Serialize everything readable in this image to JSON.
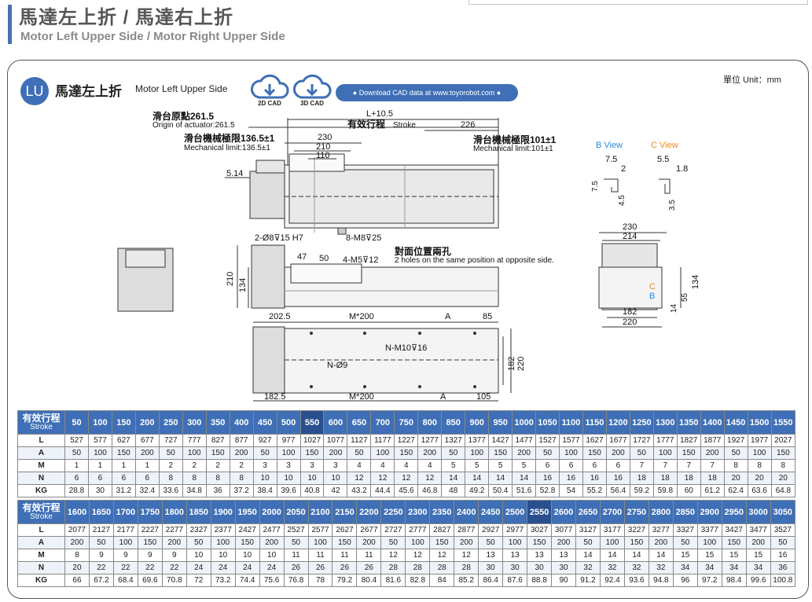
{
  "header": {
    "title_zh": "馬達左上折 / 馬達右上折",
    "title_en": "Motor Left Upper Side / Motor Right Upper Side"
  },
  "section": {
    "badge": "LU",
    "title_zh": "馬達左上折",
    "title_en": "Motor Left Upper Side",
    "unit": "單位 Unit：mm",
    "cad_2d": "2D CAD",
    "cad_3d": "3D CAD",
    "download": "Download CAD data at www.toyorobot.com"
  },
  "drawing": {
    "origin_zh": "滑台原點261.5",
    "origin_en": "Origin of actuator:261.5",
    "mech_left_zh": "滑台機械極限136.5±1",
    "mech_left_en": "Mechanical limit:136.5±1",
    "mech_right_zh": "滑台機械極限101±1",
    "mech_right_en": "Mechanical limit:101±1",
    "stroke_zh": "有效行程",
    "stroke_en": "Stroke",
    "dim_L": "L+10.5",
    "dim_226": "226",
    "dim_230": "230",
    "dim_210": "210",
    "dim_110": "110",
    "dim_514": "5.14",
    "holes_pin": "2-Ø8⊽15 H7",
    "holes_m8": "8-M8⊽25",
    "opposite_zh": "對面位置兩孔",
    "opposite_en": "2 holes on the same position at opposite side.",
    "dim_47": "47",
    "dim_50": "50",
    "holes_m5": "4-M5⊽12",
    "side_210": "210",
    "side_134": "134",
    "b_view": "B View",
    "c_view": "C View",
    "b_75a": "7.5",
    "b_2": "2",
    "b_75b": "7.5",
    "b_45": "4.5",
    "c_55": "5.5",
    "c_18": "1.8",
    "c_35": "3.5",
    "end_230": "230",
    "end_214": "214",
    "end_134": "134",
    "end_55": "55",
    "end_14": "14",
    "end_182": "182",
    "end_220": "220",
    "end_c": "C",
    "end_b": "B",
    "bot_2025": "202.5",
    "bot_m200a": "M*200",
    "bot_a1": "A",
    "bot_85": "85",
    "bot_nm10": "N-M10⊽16",
    "bot_n9": "N-Ø9",
    "bot_1825": "182.5",
    "bot_m200b": "M*200",
    "bot_a2": "A",
    "bot_105": "105",
    "bot_182": "182",
    "bot_220": "220"
  },
  "table1": {
    "head_zh": "有效行程",
    "head_en": "Stroke",
    "strokes": [
      "50",
      "100",
      "150",
      "200",
      "250",
      "300",
      "350",
      "400",
      "450",
      "500",
      "550",
      "600",
      "650",
      "700",
      "750",
      "800",
      "850",
      "900",
      "950",
      "1000",
      "1050",
      "1100",
      "1150",
      "1200",
      "1250",
      "1300",
      "1350",
      "1400",
      "1450",
      "1500",
      "1550"
    ],
    "rows": [
      {
        "label": "L",
        "values": [
          "527",
          "577",
          "627",
          "677",
          "727",
          "777",
          "827",
          "877",
          "927",
          "977",
          "1027",
          "1077",
          "1127",
          "1177",
          "1227",
          "1277",
          "1327",
          "1377",
          "1427",
          "1477",
          "1527",
          "1577",
          "1627",
          "1677",
          "1727",
          "1777",
          "1827",
          "1877",
          "1927",
          "1977",
          "2027"
        ]
      },
      {
        "label": "A",
        "values": [
          "50",
          "100",
          "150",
          "200",
          "50",
          "100",
          "150",
          "200",
          "50",
          "100",
          "150",
          "200",
          "50",
          "100",
          "150",
          "200",
          "50",
          "100",
          "150",
          "200",
          "50",
          "100",
          "150",
          "200",
          "50",
          "100",
          "150",
          "200",
          "50",
          "100",
          "150"
        ]
      },
      {
        "label": "M",
        "values": [
          "1",
          "1",
          "1",
          "1",
          "2",
          "2",
          "2",
          "2",
          "3",
          "3",
          "3",
          "3",
          "4",
          "4",
          "4",
          "4",
          "5",
          "5",
          "5",
          "5",
          "6",
          "6",
          "6",
          "6",
          "7",
          "7",
          "7",
          "7",
          "8",
          "8",
          "8"
        ]
      },
      {
        "label": "N",
        "values": [
          "6",
          "6",
          "6",
          "6",
          "8",
          "8",
          "8",
          "8",
          "10",
          "10",
          "10",
          "10",
          "12",
          "12",
          "12",
          "12",
          "14",
          "14",
          "14",
          "14",
          "16",
          "16",
          "16",
          "16",
          "18",
          "18",
          "18",
          "18",
          "20",
          "20",
          "20"
        ]
      },
      {
        "label": "KG",
        "values": [
          "28.8",
          "30",
          "31.2",
          "32.4",
          "33.6",
          "34.8",
          "36",
          "37.2",
          "38.4",
          "39.6",
          "40.8",
          "42",
          "43.2",
          "44.4",
          "45.6",
          "46.8",
          "48",
          "49.2",
          "50.4",
          "51.6",
          "52.8",
          "54",
          "55.2",
          "56.4",
          "59.2",
          "59.8",
          "60",
          "61.2",
          "62.4",
          "63.6",
          "64.8"
        ]
      }
    ]
  },
  "table2": {
    "head_zh": "有效行程",
    "head_en": "Stroke",
    "strokes": [
      "1600",
      "1650",
      "1700",
      "1750",
      "1800",
      "1850",
      "1900",
      "1950",
      "2000",
      "2050",
      "2100",
      "2150",
      "2200",
      "2250",
      "2300",
      "2350",
      "2400",
      "2450",
      "2500",
      "2550",
      "2600",
      "2650",
      "2700",
      "2750",
      "2800",
      "2850",
      "2900",
      "2950",
      "3000",
      "3050"
    ],
    "rows": [
      {
        "label": "L",
        "values": [
          "2077",
          "2127",
          "2177",
          "2227",
          "2277",
          "2327",
          "2377",
          "2427",
          "2477",
          "2527",
          "2577",
          "2627",
          "2677",
          "2727",
          "2777",
          "2827",
          "2877",
          "2927",
          "2977",
          "3027",
          "3077",
          "3127",
          "3177",
          "3227",
          "3277",
          "3327",
          "3377",
          "3427",
          "3477",
          "3527"
        ]
      },
      {
        "label": "A",
        "values": [
          "200",
          "50",
          "100",
          "150",
          "200",
          "50",
          "100",
          "150",
          "200",
          "50",
          "100",
          "150",
          "200",
          "50",
          "100",
          "150",
          "200",
          "50",
          "100",
          "150",
          "200",
          "50",
          "100",
          "150",
          "200",
          "50",
          "100",
          "150",
          "200",
          "50"
        ]
      },
      {
        "label": "M",
        "values": [
          "8",
          "9",
          "9",
          "9",
          "9",
          "10",
          "10",
          "10",
          "10",
          "11",
          "11",
          "11",
          "11",
          "12",
          "12",
          "12",
          "12",
          "13",
          "13",
          "13",
          "13",
          "14",
          "14",
          "14",
          "14",
          "15",
          "15",
          "15",
          "15",
          "16"
        ]
      },
      {
        "label": "N",
        "values": [
          "20",
          "22",
          "22",
          "22",
          "22",
          "24",
          "24",
          "24",
          "24",
          "26",
          "26",
          "26",
          "26",
          "28",
          "28",
          "28",
          "28",
          "30",
          "30",
          "30",
          "30",
          "32",
          "32",
          "32",
          "32",
          "34",
          "34",
          "34",
          "34",
          "36"
        ]
      },
      {
        "label": "KG",
        "values": [
          "66",
          "67.2",
          "68.4",
          "69.6",
          "70.8",
          "72",
          "73.2",
          "74.4",
          "75.6",
          "76.8",
          "78",
          "79.2",
          "80.4",
          "81.6",
          "82.8",
          "84",
          "85.2",
          "86.4",
          "87.6",
          "88.8",
          "90",
          "91.2",
          "92.4",
          "93.6",
          "94.8",
          "96",
          "97.2",
          "98.4",
          "99.6",
          "100.8"
        ]
      }
    ]
  },
  "colors": {
    "accent": "#3f6fb6",
    "b_view": "#2a8bd8",
    "c_view": "#e58a1f"
  }
}
